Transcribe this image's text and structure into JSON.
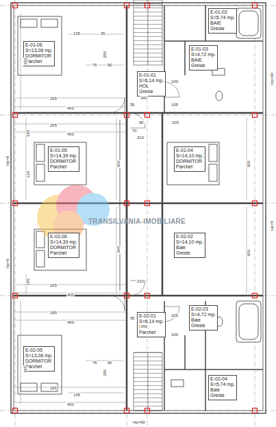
{
  "diagram": {
    "nodes": [
      {
        "text": [
          "E-01-06",
          "S=13,06 mp.",
          "DORMITOR",
          "Parchet"
        ]
      },
      {
        "text": [
          "E-01-02",
          "S=5,74 mp.",
          "BAIE",
          "Gresie"
        ]
      },
      {
        "text": [
          "E-01-03",
          "S=4,72 mp.",
          "BAIE",
          "Gresie"
        ]
      },
      {
        "text": [
          "E-01-01",
          "S=6,14 mp.",
          "HOL",
          "Gresie"
        ]
      },
      {
        "text": [
          "E-01-05",
          "S=14,39 mp.",
          "DORMITOR",
          "Parchet"
        ]
      },
      {
        "text": [
          "E-01-04",
          "S=14,10 mp.",
          "DORMITOR",
          "Parchet"
        ]
      },
      {
        "text": [
          "E-02-06",
          "S=14,39 mp.",
          "DORMITOR",
          "Parchet"
        ]
      },
      {
        "text": [
          "E-02-02",
          "S=14,10 mp.",
          "Baie",
          "Gresie"
        ]
      },
      {
        "text": [
          "E-02-03",
          "S=4,72 mp.",
          "Baie",
          "Gresie"
        ]
      },
      {
        "text": [
          "E-02-01",
          "S=6,14 mp.",
          "HOL",
          "Parchet"
        ]
      },
      {
        "text": [
          "E-02-05",
          "S=13,06 mp.",
          "DORMITOR",
          "Parchet"
        ]
      },
      {
        "text": [
          "E-02-04",
          "S=5,74 mp.",
          "Baie",
          "Gresie"
        ]
      }
    ],
    "labels": [
      "135",
      "35",
      "280",
      "350",
      "75",
      "90",
      "265",
      "400",
      "35",
      "340",
      "105",
      "100",
      "265",
      "400",
      "210",
      "90",
      "70",
      "105",
      "185",
      "120",
      "300",
      "300",
      "Hp=90",
      "Hp=0",
      "Hp=0",
      "Hp=0",
      "210",
      "265",
      "400",
      "185",
      "300",
      "300",
      "265",
      "400",
      "100",
      "105",
      "340",
      "35",
      "75",
      "90",
      "280",
      "350",
      "135",
      "265",
      "400",
      "Hp=90",
      "TRANSILVANIA-IMOBILIARE"
    ]
  }
}
